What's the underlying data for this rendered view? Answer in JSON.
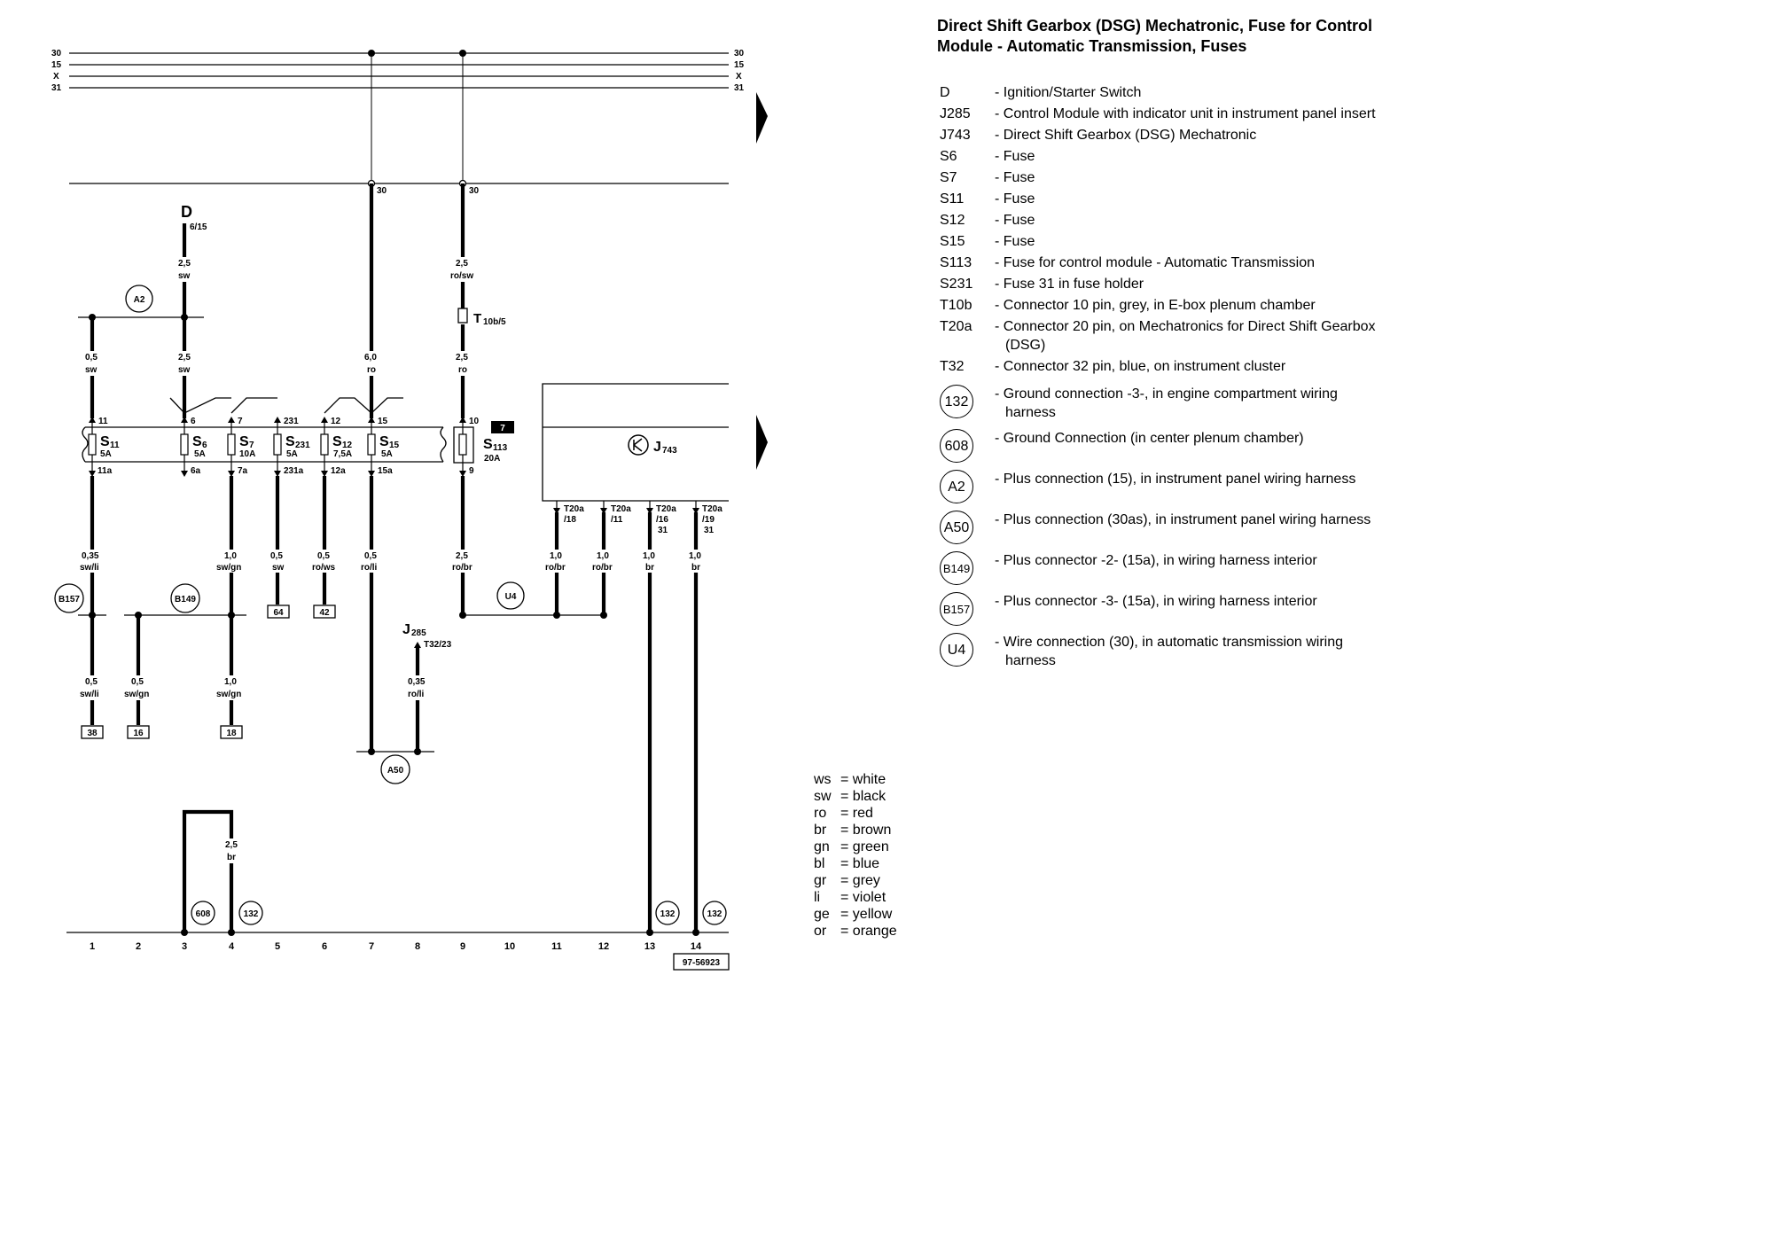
{
  "title": "Direct Shift Gearbox (DSG) Mechatronic, Fuse for Control Module - Automatic Transmission, Fuses",
  "bus_labels": [
    "30",
    "15",
    "X",
    "31"
  ],
  "components": {
    "ignition_switch": {
      "code": "D",
      "terminal": "6/15"
    },
    "control_module": {
      "code": "J",
      "sub": "285",
      "terminal": "T32/23"
    },
    "mechatronic": {
      "code": "J",
      "sub": "743"
    },
    "connector_t10b": {
      "code": "T",
      "sub": "10b/5"
    },
    "relay_position": "7"
  },
  "fuses": [
    {
      "name": "S",
      "sub": "11",
      "rating": "5A",
      "in": "11",
      "out": "11a"
    },
    {
      "name": "S",
      "sub": "6",
      "rating": "5A",
      "in": "6",
      "out": "6a"
    },
    {
      "name": "S",
      "sub": "7",
      "rating": "10A",
      "in": "7",
      "out": "7a"
    },
    {
      "name": "S",
      "sub": "231",
      "rating": "5A",
      "in": "231",
      "out": "231a"
    },
    {
      "name": "S",
      "sub": "12",
      "rating": "7,5A",
      "in": "12",
      "out": "12a"
    },
    {
      "name": "S",
      "sub": "15",
      "rating": "5A",
      "in": "15",
      "out": "15a"
    },
    {
      "name": "S",
      "sub": "113",
      "rating": "20A",
      "in": "10",
      "out": "9"
    }
  ],
  "terminal_labels": {
    "t30_a": "30",
    "t30_b": "30"
  },
  "wires": [
    {
      "id": "d_out",
      "size": "2,5",
      "color": "sw"
    },
    {
      "id": "a2_left",
      "size": "0,5",
      "color": "sw"
    },
    {
      "id": "a2_mid",
      "size": "2,5",
      "color": "sw"
    },
    {
      "id": "a50_feed",
      "size": "6,0",
      "color": "ro"
    },
    {
      "id": "u4_top",
      "size": "2,5",
      "color": "ro/sw"
    },
    {
      "id": "u4_mid",
      "size": "2,5",
      "color": "ro"
    },
    {
      "id": "s11_out",
      "size": "0,35",
      "color": "sw/li"
    },
    {
      "id": "s7_out",
      "size": "1,0",
      "color": "sw/gn"
    },
    {
      "id": "s231_out",
      "size": "0,5",
      "color": "sw"
    },
    {
      "id": "s12_out",
      "size": "0,5",
      "color": "ro/ws"
    },
    {
      "id": "s15_out",
      "size": "0,5",
      "color": "ro/li"
    },
    {
      "id": "s113_out",
      "size": "2,5",
      "color": "ro/br"
    },
    {
      "id": "t20a18",
      "size": "1,0",
      "color": "ro/br"
    },
    {
      "id": "t20a11",
      "size": "1,0",
      "color": "ro/br"
    },
    {
      "id": "t20a16",
      "size": "1,0",
      "color": "br"
    },
    {
      "id": "t20a19",
      "size": "1,0",
      "color": "br"
    },
    {
      "id": "b157_down",
      "size": "0,5",
      "color": "sw/li"
    },
    {
      "id": "b149_left",
      "size": "0,5",
      "color": "sw/gn"
    },
    {
      "id": "b149_down",
      "size": "1,0",
      "color": "sw/gn"
    },
    {
      "id": "j285_wire",
      "size": "0,35",
      "color": "ro/li"
    },
    {
      "id": "ground_608",
      "size": "2,5",
      "color": "br"
    }
  ],
  "mech_pins": [
    {
      "t": "T20a",
      "p": "/18",
      "extra": ""
    },
    {
      "t": "T20a",
      "p": "/11",
      "extra": ""
    },
    {
      "t": "T20a",
      "p": "/16",
      "extra": "31"
    },
    {
      "t": "T20a",
      "p": "/19",
      "extra": "31"
    }
  ],
  "references": [
    "64",
    "42",
    "38",
    "16",
    "18"
  ],
  "connection_circles": [
    "A2",
    "A50",
    "U4",
    "B157",
    "B149",
    "608",
    "132",
    "132",
    "132"
  ],
  "current_tracks": [
    "1",
    "2",
    "3",
    "4",
    "5",
    "6",
    "7",
    "8",
    "9",
    "10",
    "11",
    "12",
    "13",
    "14"
  ],
  "diagram_number": "97-56923",
  "legend": [
    {
      "code": "D",
      "desc": "- Ignition/Starter Switch"
    },
    {
      "code": "J285",
      "desc": "- Control Module with indicator unit in instrument panel insert"
    },
    {
      "code": "J743",
      "desc": "- Direct Shift Gearbox (DSG) Mechatronic"
    },
    {
      "code": "S6",
      "desc": "- Fuse"
    },
    {
      "code": "S7",
      "desc": "- Fuse"
    },
    {
      "code": "S11",
      "desc": "- Fuse"
    },
    {
      "code": "S12",
      "desc": "- Fuse"
    },
    {
      "code": "S15",
      "desc": "- Fuse"
    },
    {
      "code": "S113",
      "desc": "- Fuse for control module - Automatic Transmission"
    },
    {
      "code": "S231",
      "desc": "- Fuse 31 in fuse holder"
    },
    {
      "code": "T10b",
      "desc": "- Connector 10 pin, grey, in E-box plenum chamber"
    },
    {
      "code": "T20a",
      "desc": "- Connector 20 pin, on Mechatronics for Direct Shift Gearbox (DSG)"
    },
    {
      "code": "T32",
      "desc": "- Connector 32 pin, blue, on instrument cluster"
    }
  ],
  "legend_circles": [
    {
      "code": "132",
      "desc": "- Ground connection -3-, in engine compartment wiring harness"
    },
    {
      "code": "608",
      "desc": "- Ground Connection (in center plenum chamber)"
    },
    {
      "code": "A2",
      "desc": "- Plus connection (15), in instrument panel wiring harness"
    },
    {
      "code": "A50",
      "desc": "- Plus connection (30as), in instrument panel wiring harness"
    },
    {
      "code": "B149",
      "desc": "- Plus connector -2- (15a), in wiring harness interior"
    },
    {
      "code": "B157",
      "desc": "- Plus connector -3- (15a), in wiring harness interior"
    },
    {
      "code": "U4",
      "desc": "- Wire connection (30), in automatic transmission wiring harness"
    }
  ],
  "color_codes": [
    {
      "code": "ws",
      "name": "= white"
    },
    {
      "code": "sw",
      "name": "= black"
    },
    {
      "code": "ro",
      "name": "= red"
    },
    {
      "code": "br",
      "name": "= brown"
    },
    {
      "code": "gn",
      "name": "= green"
    },
    {
      "code": "bl",
      "name": "= blue"
    },
    {
      "code": "gr",
      "name": "= grey"
    },
    {
      "code": "li",
      "name": "= violet"
    },
    {
      "code": "ge",
      "name": "= yellow"
    },
    {
      "code": "or",
      "name": "= orange"
    }
  ]
}
